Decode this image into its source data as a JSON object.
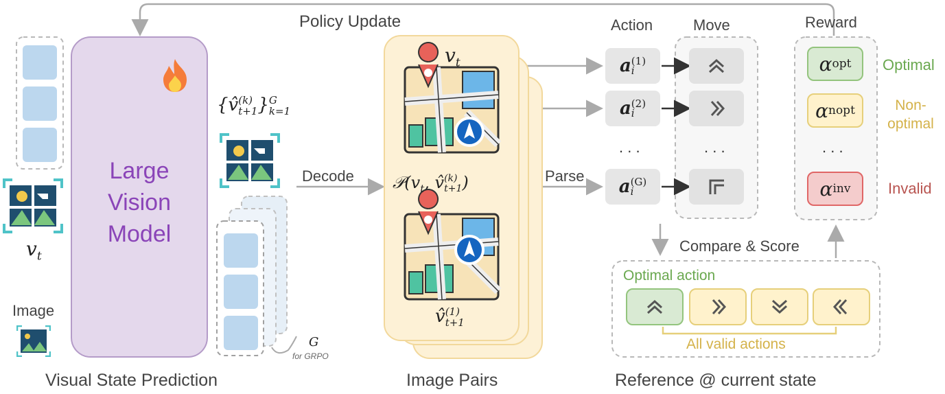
{
  "labels": {
    "policy_update": "Policy Update",
    "lvm": [
      "Large",
      "Vision",
      "Model"
    ],
    "v_t_left": "v",
    "v_t_sub": "t",
    "image": "Image",
    "decode": "Decode",
    "parse": "Parse",
    "g": "G",
    "g_note": "for GRPO",
    "caption_left": "Visual State Prediction",
    "caption_mid": "Image Pairs",
    "caption_right": "Reference @ current state",
    "action_header": "Action",
    "move_header": "Move",
    "reward_header": "Reward",
    "compare_score": "Compare & Score",
    "optimal_action": "Optimal action",
    "all_valid_actions": "All valid actions",
    "ellipsis": ". . ."
  },
  "math": {
    "pred_set": "{v̂",
    "pred_sup": "(k)",
    "pred_sub": "t+1",
    "pred_close": "}",
    "pred_G": "G",
    "pred_k": "k=1",
    "pair_top": "v",
    "pair_top_sub": "t",
    "pair_formula": "𝒫(v",
    "pair_formula_t": "t",
    "pair_formula_mid": ", v̂",
    "pair_formula_sup": "(k)",
    "pair_formula_sub": "t+1",
    "pair_formula_close": ")",
    "pair_bottom": "v̂",
    "pair_bottom_sup": "(1)",
    "pair_bottom_sub": "t+1"
  },
  "actions": [
    {
      "base": "a",
      "sub": "i",
      "sup": "(1)"
    },
    {
      "base": "a",
      "sub": "i",
      "sup": "(2)"
    },
    {
      "base": "a",
      "sub": "i",
      "sup": "(G)"
    }
  ],
  "moves": [
    "up-double-chevron-icon",
    "right-double-chevron-icon",
    "corner-icon"
  ],
  "rewards": [
    {
      "symbol": "α",
      "sub": "opt",
      "label": "Optimal",
      "color": "#6aa84f",
      "fill": "#d9ead3",
      "border": "#93c47d"
    },
    {
      "symbol": "α",
      "sub": "nopt",
      "label": "Non-optimal",
      "label_lines": [
        "Non-",
        "optimal"
      ],
      "color": "#d4b24a",
      "fill": "#fff2cc",
      "border": "#e6cf7a"
    },
    {
      "symbol": "α",
      "sub": "inv",
      "label": "Invalid",
      "color": "#b85450",
      "fill": "#f4cccc",
      "border": "#e06666"
    }
  ],
  "reference_actions": [
    "up-double-chevron-icon",
    "right-double-chevron-icon",
    "down-double-chevron-icon",
    "left-double-chevron-icon"
  ],
  "colors": {
    "lvm_fill": "#e4d8ec",
    "lvm_border": "#b49bc8",
    "lvm_text": "#8a44b8",
    "pair_fill": "#fdf1d6",
    "pair_border": "#f2d89b",
    "arrow": "#aaaaaa",
    "dash": "#b8b8b8"
  }
}
